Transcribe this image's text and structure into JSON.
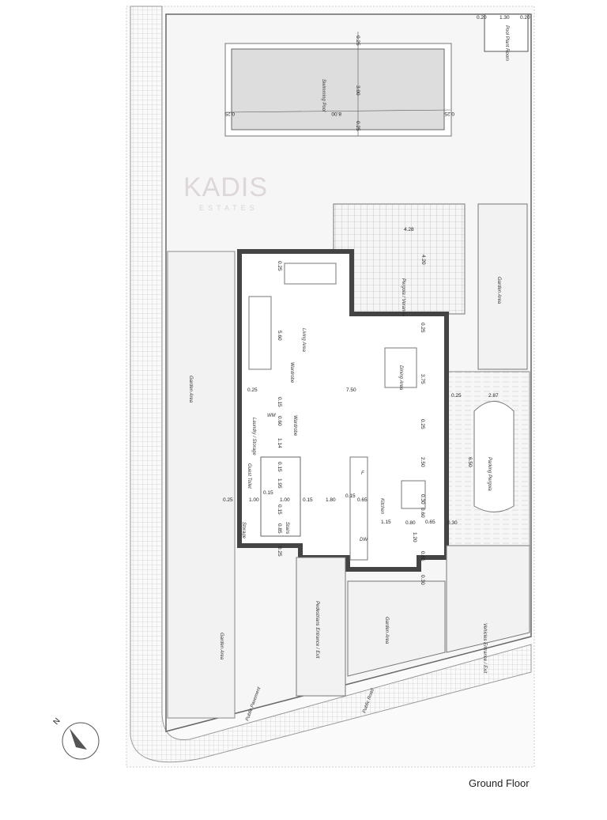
{
  "caption": "Ground Floor",
  "watermark": {
    "brand": "KADIS",
    "sub": "ESTATES"
  },
  "compass": {
    "label": "N"
  },
  "rooms": [
    {
      "id": "swimming-pool",
      "label": "Swimming Pool"
    },
    {
      "id": "pool-plant-room",
      "label": "Pool Plant Room"
    },
    {
      "id": "pergola-veranda",
      "label": "Pergola / Veranda"
    },
    {
      "id": "garden-area-right",
      "label": "Garden Area"
    },
    {
      "id": "living-area",
      "label": "Living Area"
    },
    {
      "id": "wardrobe-1",
      "label": "Wardrobe"
    },
    {
      "id": "dining-area",
      "label": "Dining Area"
    },
    {
      "id": "laundry-storage",
      "label": "Laundry / Storage"
    },
    {
      "id": "washing-machine",
      "label": "WM"
    },
    {
      "id": "wardrobe-2",
      "label": "Wardrobe"
    },
    {
      "id": "guest-toilet",
      "label": "Guest Toilet"
    },
    {
      "id": "storage",
      "label": "Storage"
    },
    {
      "id": "stairs",
      "label": "Stairs"
    },
    {
      "id": "kitchen",
      "label": "Kitchen"
    },
    {
      "id": "fridge",
      "label": "F"
    },
    {
      "id": "dishwasher",
      "label": "DW"
    },
    {
      "id": "parking-pergola",
      "label": "Parking Pergola"
    },
    {
      "id": "garden-area-left",
      "label": "Garden Area"
    },
    {
      "id": "garden-area-bottom-left",
      "label": "Garden Area"
    },
    {
      "id": "pedestrians-entrance",
      "label": "Pedestrians Entrance / Exit"
    },
    {
      "id": "garden-area-bottom",
      "label": "Garden Area"
    },
    {
      "id": "vehicles-entrance",
      "label": "Vehicles Entrance / Exit"
    },
    {
      "id": "public-pavement",
      "label": "Public Pavement"
    },
    {
      "id": "public-road",
      "label": "Public Road"
    }
  ],
  "dimensions": [
    "0.20",
    "1.30",
    "0.20",
    "0.25",
    "3.00",
    "0.25",
    "8.00",
    "0.25",
    "0.25",
    "4.28",
    "4.20",
    "0.25",
    "5.60",
    "0.25",
    "3.75",
    "0.25",
    "7.50",
    "0.25",
    "2.87",
    "0.15",
    "0.60",
    "0.25",
    "1.14",
    "2.50",
    "6.50",
    "0.15",
    "1.95",
    "0.15",
    "0.25",
    "1.00",
    "1.00",
    "0.15",
    "1.80",
    "0.15",
    "0.65",
    "0.30",
    "0.60",
    "0.15",
    "0.85",
    "1.15",
    "0.80",
    "0.65",
    "0.30",
    "1.20",
    "0.25",
    "0.65",
    "0.30"
  ]
}
